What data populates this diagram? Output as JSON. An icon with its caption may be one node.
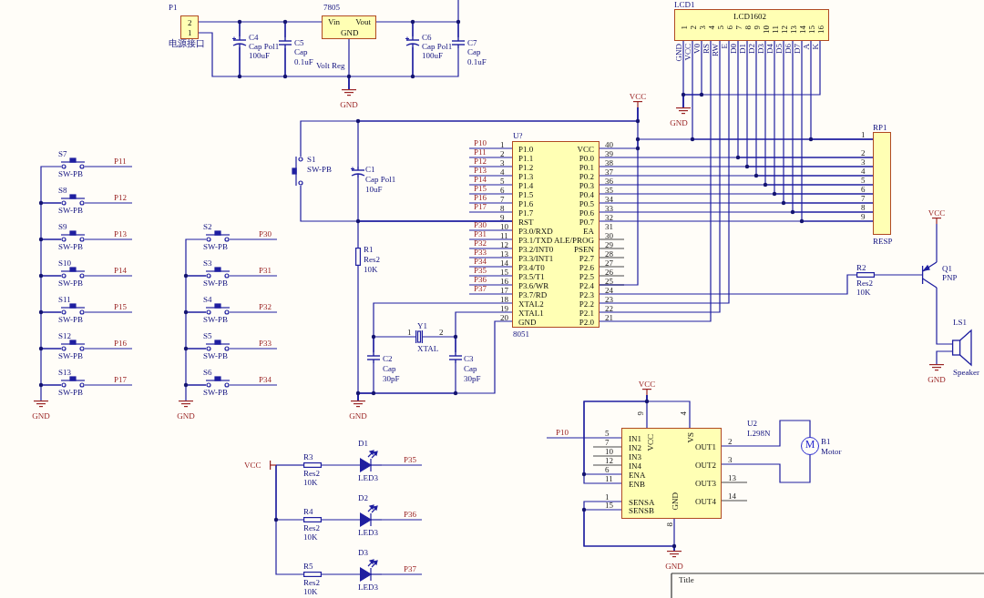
{
  "diagram": {
    "nodes": [
      {
        "text": [
          "2",
          "1"
        ],
        "beside": [
          "P1",
          "电源接口"
        ]
      },
      {
        "text": [
          "Vin",
          "Vout",
          "GND"
        ],
        "beside": [
          "7805",
          "Volt Reg"
        ]
      },
      {
        "text": [],
        "shape": "capacitor",
        "beside": [
          "C4",
          "Cap Pol1",
          "100uF"
        ]
      },
      {
        "text": [],
        "shape": "capacitor",
        "beside": [
          "C5",
          "Cap",
          "0.1uF"
        ]
      },
      {
        "text": [],
        "shape": "capacitor",
        "beside": [
          "C6",
          "Cap Pol1",
          "100uF"
        ]
      },
      {
        "text": [],
        "shape": "capacitor",
        "beside": [
          "C7",
          "Cap",
          "0.1uF"
        ]
      },
      {
        "text": [
          "GND"
        ]
      },
      {
        "text": [
          "LCD1602",
          "1",
          "2",
          "3",
          "4",
          "5",
          "6",
          "7",
          "8",
          "9",
          "10",
          "11",
          "12",
          "13",
          "14",
          "15",
          "16"
        ],
        "beside": [
          "LCD1",
          "GND",
          "VCC",
          "V0",
          "RS",
          "RW",
          "E",
          "D0",
          "D1",
          "D2",
          "D3",
          "D4",
          "D5",
          "D6",
          "D7",
          "A",
          "K"
        ]
      },
      {
        "text": [
          "GND"
        ]
      },
      {
        "text": [
          "VCC"
        ]
      },
      {
        "text": [],
        "shape": "switch",
        "beside": [
          "S1",
          "SW-PB"
        ]
      },
      {
        "text": [],
        "shape": "capacitor",
        "beside": [
          "C1",
          "Cap Pol1",
          "10uF"
        ]
      },
      {
        "text": [
          "P1.0",
          "P1.1",
          "P1.2",
          "P1.3",
          "P1.4",
          "P1.5",
          "P1.6",
          "P1.7",
          "RST",
          "P3.0/RXD",
          "P3.1/TXD",
          "P3.2/INT0",
          "P3.3/INT1",
          "P3.4/T0",
          "P3.5/T1",
          "P3.6/WR",
          "P3.7/RD",
          "XTAL2",
          "XTAL1",
          "GND",
          "VCC",
          "P0.0",
          "P0.1",
          "P0.2",
          "P0.3",
          "P0.4",
          "P0.5",
          "P0.6",
          "P0.7",
          "EA",
          "ALE/PROG",
          "PSEN",
          "P2.7",
          "P2.6",
          "P2.5",
          "P2.4",
          "P2.3",
          "P2.2",
          "P2.1",
          "P2.0"
        ],
        "beside": [
          "U?",
          "1",
          "2",
          "3",
          "4",
          "5",
          "6",
          "7",
          "8",
          "9",
          "10",
          "11",
          "12",
          "13",
          "14",
          "15",
          "16",
          "17",
          "18",
          "19",
          "20",
          "40",
          "39",
          "38",
          "37",
          "36",
          "35",
          "34",
          "33",
          "32",
          "31",
          "30",
          "29",
          "28",
          "27",
          "26",
          "25",
          "24",
          "23",
          "22",
          "21",
          "8051"
        ]
      },
      {
        "text": [
          "P10"
        ]
      },
      {
        "text": [
          "P11"
        ]
      },
      {
        "text": [
          "P12"
        ]
      },
      {
        "text": [
          "P13"
        ]
      },
      {
        "text": [
          "P14"
        ]
      },
      {
        "text": [
          "P15"
        ]
      },
      {
        "text": [
          "P16"
        ]
      },
      {
        "text": [
          "P17"
        ]
      },
      {
        "text": [
          "P30"
        ]
      },
      {
        "text": [
          "P31"
        ]
      },
      {
        "text": [
          "P32"
        ]
      },
      {
        "text": [
          "P33"
        ]
      },
      {
        "text": [
          "P34"
        ]
      },
      {
        "text": [
          "P35"
        ]
      },
      {
        "text": [
          "P36"
        ]
      },
      {
        "text": [
          "P37"
        ]
      },
      {
        "text": [],
        "shape": "box",
        "beside": [
          "RP1",
          "1",
          "2",
          "3",
          "4",
          "5",
          "6",
          "7",
          "8",
          "9",
          "RESP"
        ]
      },
      {
        "text": [],
        "shape": "resistor",
        "beside": [
          "R1",
          "Res2",
          "10K"
        ]
      },
      {
        "text": [],
        "shape": "crystal",
        "beside": [
          "Y1",
          "1",
          "2",
          "XTAL"
        ]
      },
      {
        "text": [],
        "shape": "capacitor",
        "beside": [
          "C2",
          "Cap",
          "30pF"
        ]
      },
      {
        "text": [],
        "shape": "capacitor",
        "beside": [
          "C3",
          "Cap",
          "30pF"
        ]
      },
      {
        "text": [
          "GND"
        ]
      },
      {
        "text": [],
        "shape": "resistor",
        "beside": [
          "R2",
          "Res2",
          "10K"
        ]
      },
      {
        "text": [],
        "shape": "transistor",
        "beside": [
          "Q1",
          "PNP"
        ]
      },
      {
        "text": [
          "VCC"
        ]
      },
      {
        "text": [],
        "shape": "speaker",
        "beside": [
          "LS1",
          "Speaker"
        ]
      },
      {
        "text": [
          "GND"
        ]
      },
      {
        "text": [],
        "shape": "switch",
        "beside": [
          "S7",
          "SW-PB"
        ]
      },
      {
        "text": [],
        "shape": "switch",
        "beside": [
          "S8",
          "SW-PB"
        ]
      },
      {
        "text": [],
        "shape": "switch",
        "beside": [
          "S9",
          "SW-PB"
        ]
      },
      {
        "text": [],
        "shape": "switch",
        "beside": [
          "S10",
          "SW-PB"
        ]
      },
      {
        "text": [],
        "shape": "switch",
        "beside": [
          "S11",
          "SW-PB"
        ]
      },
      {
        "text": [],
        "shape": "switch",
        "beside": [
          "S12",
          "SW-PB"
        ]
      },
      {
        "text": [],
        "shape": "switch",
        "beside": [
          "S13",
          "SW-PB"
        ]
      },
      {
        "text": [
          "P11"
        ]
      },
      {
        "text": [
          "P12"
        ]
      },
      {
        "text": [
          "P13"
        ]
      },
      {
        "text": [
          "P14"
        ]
      },
      {
        "text": [
          "P15"
        ]
      },
      {
        "text": [
          "P16"
        ]
      },
      {
        "text": [
          "P17"
        ]
      },
      {
        "text": [
          "GND"
        ]
      },
      {
        "text": [],
        "shape": "switch",
        "beside": [
          "S2",
          "SW-PB"
        ]
      },
      {
        "text": [],
        "shape": "switch",
        "beside": [
          "S3",
          "SW-PB"
        ]
      },
      {
        "text": [],
        "shape": "switch",
        "beside": [
          "S4",
          "SW-PB"
        ]
      },
      {
        "text": [],
        "shape": "switch",
        "beside": [
          "S5",
          "SW-PB"
        ]
      },
      {
        "text": [],
        "shape": "switch",
        "beside": [
          "S6",
          "SW-PB"
        ]
      },
      {
        "text": [
          "P30"
        ]
      },
      {
        "text": [
          "P31"
        ]
      },
      {
        "text": [
          "P32"
        ]
      },
      {
        "text": [
          "P33"
        ]
      },
      {
        "text": [
          "P34"
        ]
      },
      {
        "text": [
          "GND"
        ]
      },
      {
        "text": [
          "VCC"
        ]
      },
      {
        "text": [],
        "shape": "resistor",
        "beside": [
          "R3",
          "Res2",
          "10K"
        ]
      },
      {
        "text": [],
        "shape": "resistor",
        "beside": [
          "R4",
          "Res2",
          "10K"
        ]
      },
      {
        "text": [],
        "shape": "resistor",
        "beside": [
          "R5",
          "Res2",
          "10K"
        ]
      },
      {
        "text": [],
        "shape": "led",
        "beside": [
          "D1",
          "LED3"
        ]
      },
      {
        "text": [],
        "shape": "led",
        "beside": [
          "D2",
          "LED3"
        ]
      },
      {
        "text": [],
        "shape": "led",
        "beside": [
          "D3",
          "LED3"
        ]
      },
      {
        "text": [
          "P35"
        ]
      },
      {
        "text": [
          "P36"
        ]
      },
      {
        "text": [
          "P37"
        ]
      },
      {
        "text": [
          "VCC"
        ]
      },
      {
        "text": [
          "IN1",
          "IN2",
          "IN3",
          "IN4",
          "ENA",
          "ENB",
          "SENSA",
          "SENSB",
          "VCC",
          "VS",
          "GND",
          "OUT1",
          "OUT2",
          "OUT3",
          "OUT4"
        ],
        "beside": [
          "U2",
          "L298N",
          "9",
          "4",
          "5",
          "7",
          "10",
          "12",
          "6",
          "11",
          "1",
          "15",
          "2",
          "3",
          "13",
          "14",
          "8"
        ]
      },
      {
        "text": [
          "P10"
        ]
      },
      {
        "text": [
          "GND"
        ]
      },
      {
        "text": [
          "M"
        ],
        "beside": [
          "B1",
          "Motor"
        ]
      }
    ],
    "edges": [
      {
        "from": 0,
        "to": 2,
        "arrow": "none"
      },
      {
        "from": 2,
        "to": 3,
        "arrow": "none"
      },
      {
        "from": 3,
        "to": 1,
        "arrow": "none"
      },
      {
        "from": 1,
        "to": 4,
        "arrow": "none"
      },
      {
        "from": 4,
        "to": 5,
        "arrow": "none"
      },
      {
        "from": 5,
        "to": null,
        "arrow": "none"
      },
      {
        "from": 0,
        "to": 2,
        "arrow": "none"
      },
      {
        "from": 2,
        "to": 3,
        "arrow": "none"
      },
      {
        "from": 3,
        "to": 6,
        "arrow": "none"
      },
      {
        "from": 1,
        "to": 6,
        "arrow": "none"
      },
      {
        "from": 4,
        "to": 6,
        "arrow": "none"
      },
      {
        "from": 5,
        "to": 4,
        "arrow": "none"
      },
      {
        "from": 7,
        "to": 8,
        "arrow": "none"
      },
      {
        "from": 7,
        "to": 8,
        "arrow": "none"
      },
      {
        "from": 7,
        "to": 8,
        "arrow": "none"
      },
      {
        "from": 12,
        "to": 29,
        "arrow": "none"
      },
      {
        "from": 12,
        "to": 29,
        "arrow": "none"
      },
      {
        "from": 12,
        "to": 29,
        "arrow": "none"
      },
      {
        "from": 12,
        "to": 29,
        "arrow": "none"
      },
      {
        "from": 12,
        "to": 29,
        "arrow": "none"
      },
      {
        "from": 12,
        "to": 29,
        "arrow": "none"
      },
      {
        "from": 12,
        "to": 29,
        "arrow": "none"
      },
      {
        "from": 12,
        "to": 29,
        "arrow": "none"
      },
      {
        "from": 7,
        "to": 29,
        "arrow": "none"
      },
      {
        "from": 7,
        "to": 29,
        "arrow": "none"
      },
      {
        "from": 7,
        "to": 29,
        "arrow": "none"
      },
      {
        "from": 7,
        "to": 29,
        "arrow": "none"
      },
      {
        "from": 7,
        "to": 29,
        "arrow": "none"
      },
      {
        "from": 7,
        "to": 29,
        "arrow": "none"
      },
      {
        "from": 7,
        "to": 29,
        "arrow": "none"
      },
      {
        "from": 7,
        "to": 29,
        "arrow": "none"
      },
      {
        "from": 12,
        "to": 29,
        "arrow": "none"
      },
      {
        "from": 7,
        "to": 29,
        "arrow": "none"
      },
      {
        "from": 7,
        "to": 29,
        "arrow": "none"
      },
      {
        "from": 12,
        "to": 7,
        "arrow": "none"
      },
      {
        "from": 12,
        "to": 7,
        "arrow": "none"
      },
      {
        "from": 12,
        "to": 7,
        "arrow": "none"
      },
      {
        "from": 9,
        "to": 12,
        "arrow": "none"
      },
      {
        "from": 9,
        "to": 10,
        "arrow": "none"
      },
      {
        "from": 9,
        "to": 11,
        "arrow": "none"
      },
      {
        "from": 10,
        "to": 12,
        "arrow": "none"
      },
      {
        "from": 11,
        "to": 12,
        "arrow": "none"
      },
      {
        "from": 30,
        "to": 12,
        "arrow": "none"
      },
      {
        "from": 30,
        "to": 34,
        "arrow": "none"
      },
      {
        "from": 12,
        "to": 34,
        "arrow": "none"
      },
      {
        "from": 32,
        "to": 34,
        "arrow": "none"
      },
      {
        "from": 33,
        "to": 34,
        "arrow": "none"
      },
      {
        "from": 12,
        "to": 32,
        "arrow": "none"
      },
      {
        "from": 32,
        "to": 31,
        "arrow": "none"
      },
      {
        "from": 12,
        "to": 33,
        "arrow": "none"
      },
      {
        "from": 31,
        "to": 33,
        "arrow": "none"
      },
      {
        "from": 13,
        "to": 12,
        "arrow": "none"
      },
      {
        "from": 14,
        "to": 12,
        "arrow": "none"
      },
      {
        "from": 15,
        "to": 12,
        "arrow": "none"
      },
      {
        "from": 16,
        "to": 12,
        "arrow": "none"
      },
      {
        "from": 17,
        "to": 12,
        "arrow": "none"
      },
      {
        "from": 18,
        "to": 12,
        "arrow": "none"
      },
      {
        "from": 19,
        "to": 12,
        "arrow": "none"
      },
      {
        "from": 20,
        "to": 12,
        "arrow": "none"
      },
      {
        "from": 21,
        "to": 12,
        "arrow": "none"
      },
      {
        "from": 22,
        "to": 12,
        "arrow": "none"
      },
      {
        "from": 23,
        "to": 12,
        "arrow": "none"
      },
      {
        "from": 24,
        "to": 12,
        "arrow": "none"
      },
      {
        "from": 25,
        "to": 12,
        "arrow": "none"
      },
      {
        "from": 26,
        "to": 12,
        "arrow": "none"
      },
      {
        "from": 27,
        "to": 12,
        "arrow": "none"
      },
      {
        "from": 28,
        "to": 12,
        "arrow": "none"
      },
      {
        "from": 12,
        "to": 35,
        "arrow": "none"
      },
      {
        "from": 35,
        "to": 36,
        "arrow": "none"
      },
      {
        "from": 37,
        "to": 36,
        "arrow": "none"
      },
      {
        "from": 36,
        "to": 38,
        "arrow": "none"
      },
      {
        "from": 38,
        "to": 39,
        "arrow": "none"
      },
      {
        "from": 40,
        "to": 47,
        "arrow": "none"
      },
      {
        "from": 41,
        "to": 48,
        "arrow": "none"
      },
      {
        "from": 42,
        "to": 49,
        "arrow": "none"
      },
      {
        "from": 43,
        "to": 50,
        "arrow": "none"
      },
      {
        "from": 44,
        "to": 51,
        "arrow": "none"
      },
      {
        "from": 45,
        "to": 52,
        "arrow": "none"
      },
      {
        "from": 46,
        "to": 53,
        "arrow": "none"
      },
      {
        "from": 40,
        "to": 41,
        "arrow": "none"
      },
      {
        "from": 41,
        "to": 42,
        "arrow": "none"
      },
      {
        "from": 42,
        "to": 43,
        "arrow": "none"
      },
      {
        "from": 43,
        "to": 44,
        "arrow": "none"
      },
      {
        "from": 44,
        "to": 45,
        "arrow": "none"
      },
      {
        "from": 45,
        "to": 46,
        "arrow": "none"
      },
      {
        "from": 46,
        "to": 54,
        "arrow": "none"
      },
      {
        "from": 55,
        "to": 60,
        "arrow": "none"
      },
      {
        "from": 56,
        "to": 61,
        "arrow": "none"
      },
      {
        "from": 57,
        "to": 62,
        "arrow": "none"
      },
      {
        "from": 58,
        "to": 63,
        "arrow": "none"
      },
      {
        "from": 59,
        "to": 64,
        "arrow": "none"
      },
      {
        "from": 55,
        "to": 56,
        "arrow": "none"
      },
      {
        "from": 56,
        "to": 57,
        "arrow": "none"
      },
      {
        "from": 57,
        "to": 58,
        "arrow": "none"
      },
      {
        "from": 58,
        "to": 59,
        "arrow": "none"
      },
      {
        "from": 59,
        "to": 65,
        "arrow": "none"
      },
      {
        "from": 66,
        "to": 67,
        "arrow": "none"
      },
      {
        "from": 66,
        "to": 68,
        "arrow": "none"
      },
      {
        "from": 66,
        "to": 69,
        "arrow": "none"
      },
      {
        "from": 67,
        "to": 70,
        "arrow": "none"
      },
      {
        "from": 68,
        "to": 71,
        "arrow": "none"
      },
      {
        "from": 69,
        "to": 72,
        "arrow": "none"
      },
      {
        "from": 70,
        "to": 73,
        "arrow": "none"
      },
      {
        "from": 71,
        "to": 74,
        "arrow": "none"
      },
      {
        "from": 72,
        "to": 75,
        "arrow": "none"
      },
      {
        "from": 76,
        "to": 77,
        "arrow": "none"
      },
      {
        "from": 76,
        "to": 77,
        "arrow": "none"
      },
      {
        "from": 76,
        "to": 77,
        "arrow": "none"
      },
      {
        "from": 76,
        "to": 77,
        "arrow": "none"
      },
      {
        "from": 78,
        "to": 77,
        "arrow": "none"
      },
      {
        "from": 77,
        "to": 79,
        "arrow": "none"
      },
      {
        "from": 77,
        "to": 79,
        "arrow": "none"
      },
      {
        "from": 77,
        "to": 79,
        "arrow": "none"
      },
      {
        "from": 77,
        "to": 80,
        "arrow": "none"
      },
      {
        "from": 77,
        "to": 80,
        "arrow": "none"
      }
    ],
    "labels": [
      "Title"
    ]
  }
}
